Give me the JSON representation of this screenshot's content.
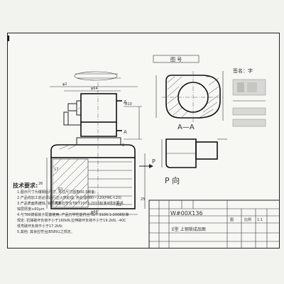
{
  "corner_mark": "I",
  "title_block": {
    "drawing_no": "图 号",
    "mark": "W#00X136",
    "part_name": "E型 上钢锁成品图",
    "table_cells": [
      "图",
      "比例",
      "1:1"
    ]
  },
  "views": {
    "section_label": "A—A",
    "arrow_label": "P",
    "direction_label": "P 向",
    "section_mark_top": "A",
    "section_mark_bottom": "A"
  },
  "signature": "签名：字",
  "tech_req": {
    "title": "技术要求:",
    "items": [
      "1.图示尺寸为镶钢后尺寸, 未注尺寸圆角R0.5制备;",
      "2.产品线加工前必须进行正火热处理, 热处理HB0~220(HRC<20)",
      "3.产品表面热镀锌, 锌层质量应符合TB/T2073-2010标准4规定要求,",
      "   锌层厚度≥60μm",
      "4.与TB6铸锻锁子配套使用, 产品力学性能符合TB/T 3100.1-2008标准",
      "   规定: 抗弹破坏负荷不小于160kN;拉伸破坏负荷不小于19.2kN, -40C",
      "   低弯破坏负荷不小于17.2kN;",
      "5.其他: 其余应符合JB5891之规定。"
    ]
  }
}
